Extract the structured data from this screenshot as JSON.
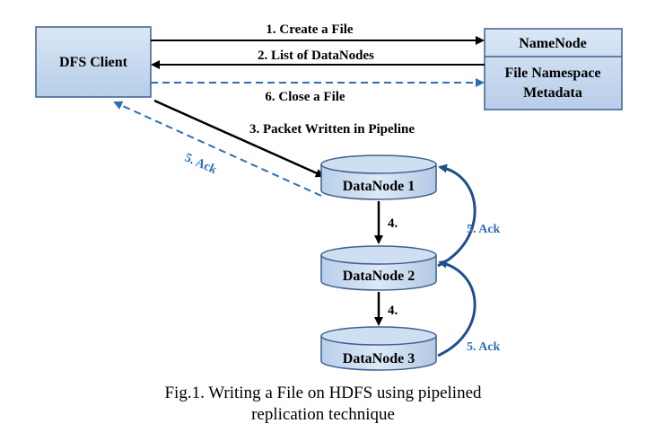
{
  "nodes": {
    "client": "DFS Client",
    "namenode": "NameNode",
    "metadata_line1": "File Namespace",
    "metadata_line2": "Metadata",
    "datanode1": "DataNode 1",
    "datanode2": "DataNode 2",
    "datanode3": "DataNode 3"
  },
  "edges": {
    "create": "1. Create a File",
    "list": "2. List of DataNodes",
    "close": "6. Close a File",
    "packet": "3. Packet Written in Pipeline",
    "ack_client": "5. Ack",
    "ack_dn2_dn1": "5. Ack",
    "ack_dn3_dn2": "5. Ack",
    "forward_dn1_dn2": "4.",
    "forward_dn2_dn3": "4."
  },
  "caption": {
    "line1": "Fig.1. Writing a File on HDFS using pipelined",
    "line2": "replication technique"
  },
  "colors": {
    "box_fill": "#c6d9f0",
    "box_stroke": "#3f5f8f",
    "arrow_black": "#000000",
    "arrow_blue": "#2e6fb4",
    "ack_curve": "#1f4e8c"
  }
}
